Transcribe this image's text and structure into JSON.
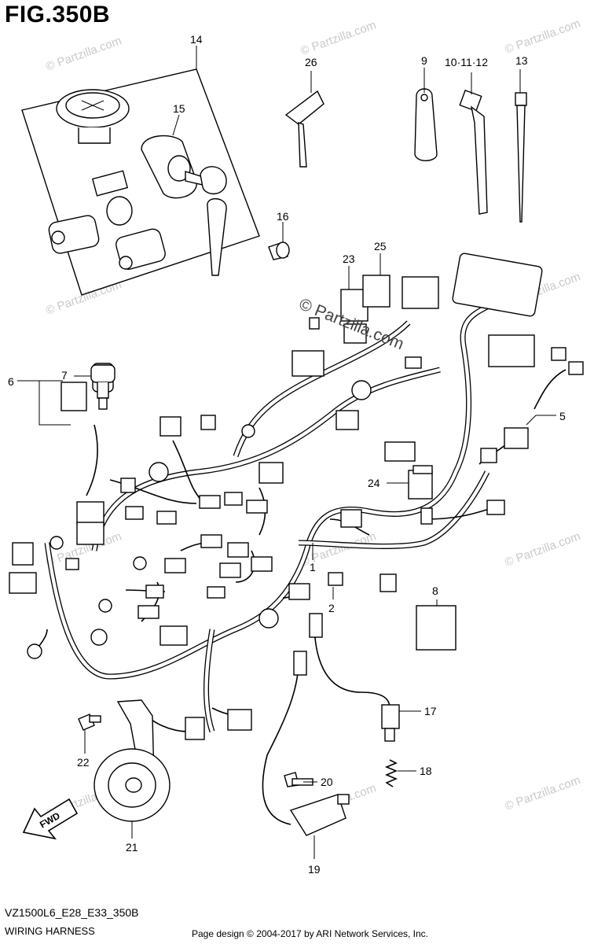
{
  "figure": {
    "title": "FIG.350B",
    "model_code": "VZ1500L6_E28_E33_350B",
    "name": "WIRING HARNESS",
    "credit": "Page design © 2004-2017 by ARI Network Services, Inc.",
    "fwd_label": "FWD",
    "watermark_center": "© Partzilla.com",
    "watermark_tile": "© Partzilla.com"
  },
  "callouts": [
    {
      "id": "1",
      "label": "1"
    },
    {
      "id": "2",
      "label": "2"
    },
    {
      "id": "5",
      "label": "5"
    },
    {
      "id": "6",
      "label": "6"
    },
    {
      "id": "7",
      "label": "7"
    },
    {
      "id": "8",
      "label": "8"
    },
    {
      "id": "9",
      "label": "9"
    },
    {
      "id": "10-11-12",
      "label": "10·11·12"
    },
    {
      "id": "13",
      "label": "13"
    },
    {
      "id": "14",
      "label": "14"
    },
    {
      "id": "15",
      "label": "15"
    },
    {
      "id": "16",
      "label": "16"
    },
    {
      "id": "17",
      "label": "17"
    },
    {
      "id": "18",
      "label": "18"
    },
    {
      "id": "19",
      "label": "19"
    },
    {
      "id": "20",
      "label": "20"
    },
    {
      "id": "21",
      "label": "21"
    },
    {
      "id": "22",
      "label": "22"
    },
    {
      "id": "23",
      "label": "23"
    },
    {
      "id": "24",
      "label": "24"
    },
    {
      "id": "25",
      "label": "25"
    },
    {
      "id": "26",
      "label": "26"
    }
  ]
}
